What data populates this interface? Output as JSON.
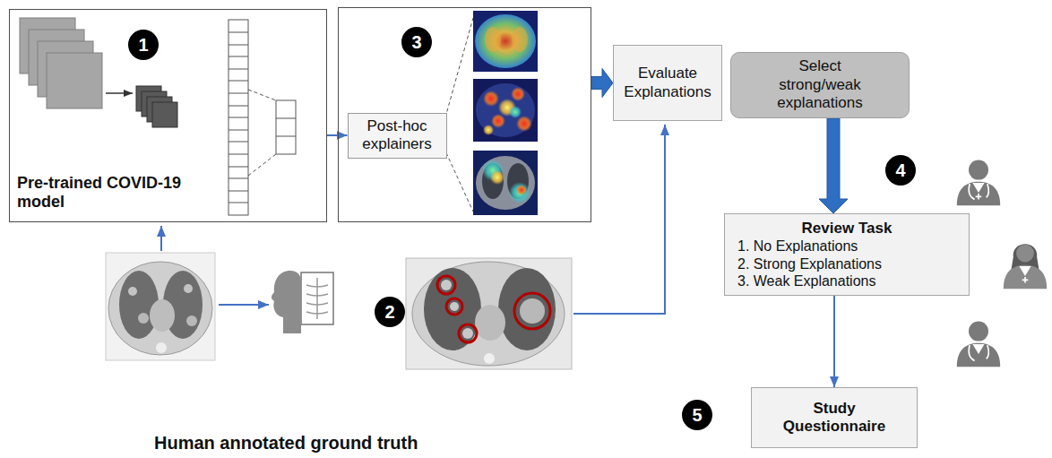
{
  "diagram": {
    "nodes": [
      {
        "text": [
          "Pre-trained COVID-19 model"
        ]
      },
      {
        "text": []
      },
      {
        "text": [
          "Post-hoc explainers"
        ],
        "in": 1
      },
      {
        "text": [
          "Evaluate Explanations"
        ]
      },
      {
        "text": [
          "Select strong/weak explanations"
        ]
      },
      {
        "text": [
          "Review Task",
          "1. No Explanations",
          "2. Strong Explanations",
          "3. Weak Explanations"
        ]
      },
      {
        "text": [
          "Study Questionnaire"
        ]
      }
    ],
    "edges": [
      {
        "from": 0,
        "to": 2,
        "arrow": "to"
      },
      {
        "from": 1,
        "to": 3,
        "arrow": "to"
      },
      {
        "from": 4,
        "to": 5,
        "arrow": "to"
      },
      {
        "from": 5,
        "to": 6,
        "arrow": "to"
      }
    ],
    "labels": [
      "1",
      "3",
      "4",
      "2",
      "5",
      "Human annotated ground truth"
    ]
  }
}
